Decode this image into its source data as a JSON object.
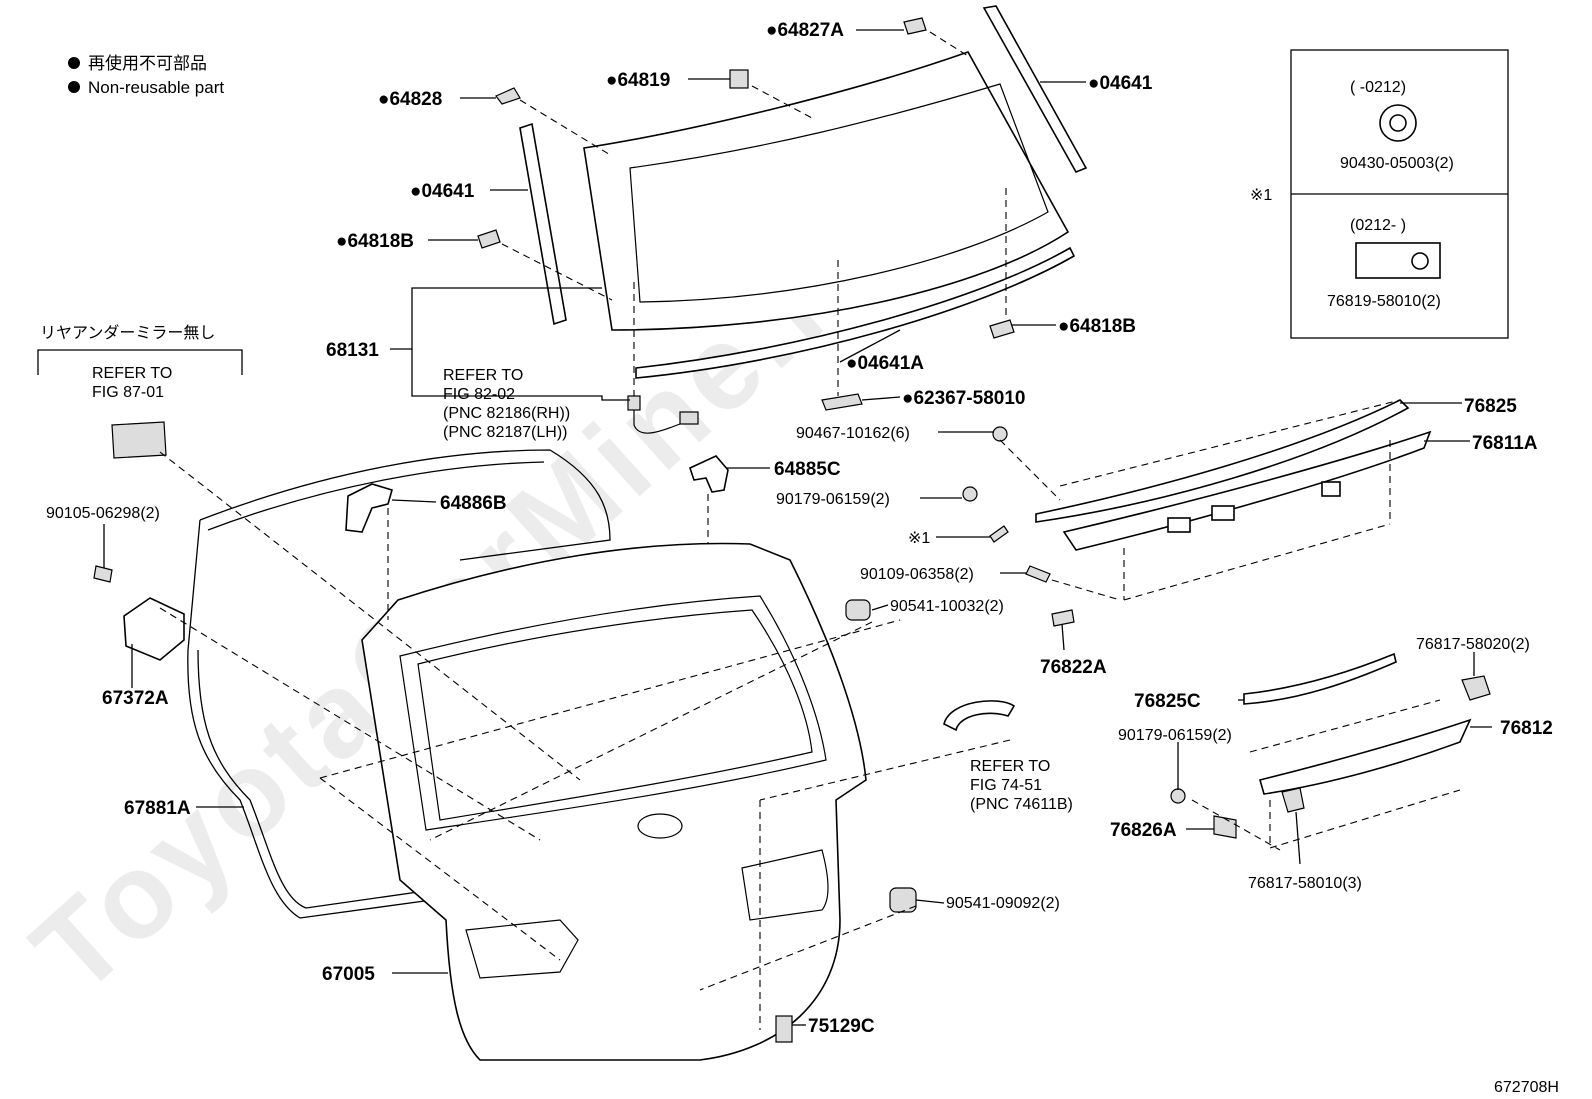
{
  "watermark": "ToyotaCarMine.ru",
  "legend": {
    "jp_line": "再使用不可部品",
    "en_line": "Non-reusable part",
    "bullet_icon": "filled-circle"
  },
  "ref_mirror": {
    "jp_header": "リヤアンダーミラー無し",
    "refer_line1": "REFER TO",
    "refer_line2": "FIG 87-01"
  },
  "ref_82": {
    "line1": "REFER TO",
    "line2": "FIG 82-02",
    "line3": "(PNC 82186(RH))",
    "line4": "(PNC 82187(LH))"
  },
  "ref_74": {
    "line1": "REFER TO",
    "line2": "FIG 74-51",
    "line3": "(PNC 74611B)"
  },
  "inset": {
    "mark": "※1",
    "top_range": "(     -0212)",
    "top_part": "90430-05003(2)",
    "bottom_range": "(0212-     )",
    "bottom_part": "76819-58010(2)"
  },
  "labels": {
    "p64827A": "●64827A",
    "p64819": "●64819",
    "p64828": "●64828",
    "p04641_top": "●04641",
    "p04641_left": "●04641",
    "p64818B_left": "●64818B",
    "p68131": "68131",
    "p64818B_right": "●64818B",
    "p04641A": "●04641A",
    "p62367": "●62367-58010",
    "p90467": "90467-10162(6)",
    "p76825": "76825",
    "p76811A": "76811A",
    "p64885C": "64885C",
    "p90179_a": "90179-06159(2)",
    "mark1": "※1",
    "p90109": "90109-06358(2)",
    "p90541_a": "90541-10032(2)",
    "p76822A": "76822A",
    "p64886B": "64886B",
    "p90105": "90105-06298(2)",
    "p67372A": "67372A",
    "p67881A": "67881A",
    "p67005": "67005",
    "p75129C": "75129C",
    "p90541_b": "90541-09092(2)",
    "p76817_a": "76817-58020(2)",
    "p76825C": "76825C",
    "p76812": "76812",
    "p90179_b": "90179-06159(2)",
    "p76826A": "76826A",
    "p76817_b": "76817-58010(3)"
  },
  "figure_id": "672708H"
}
